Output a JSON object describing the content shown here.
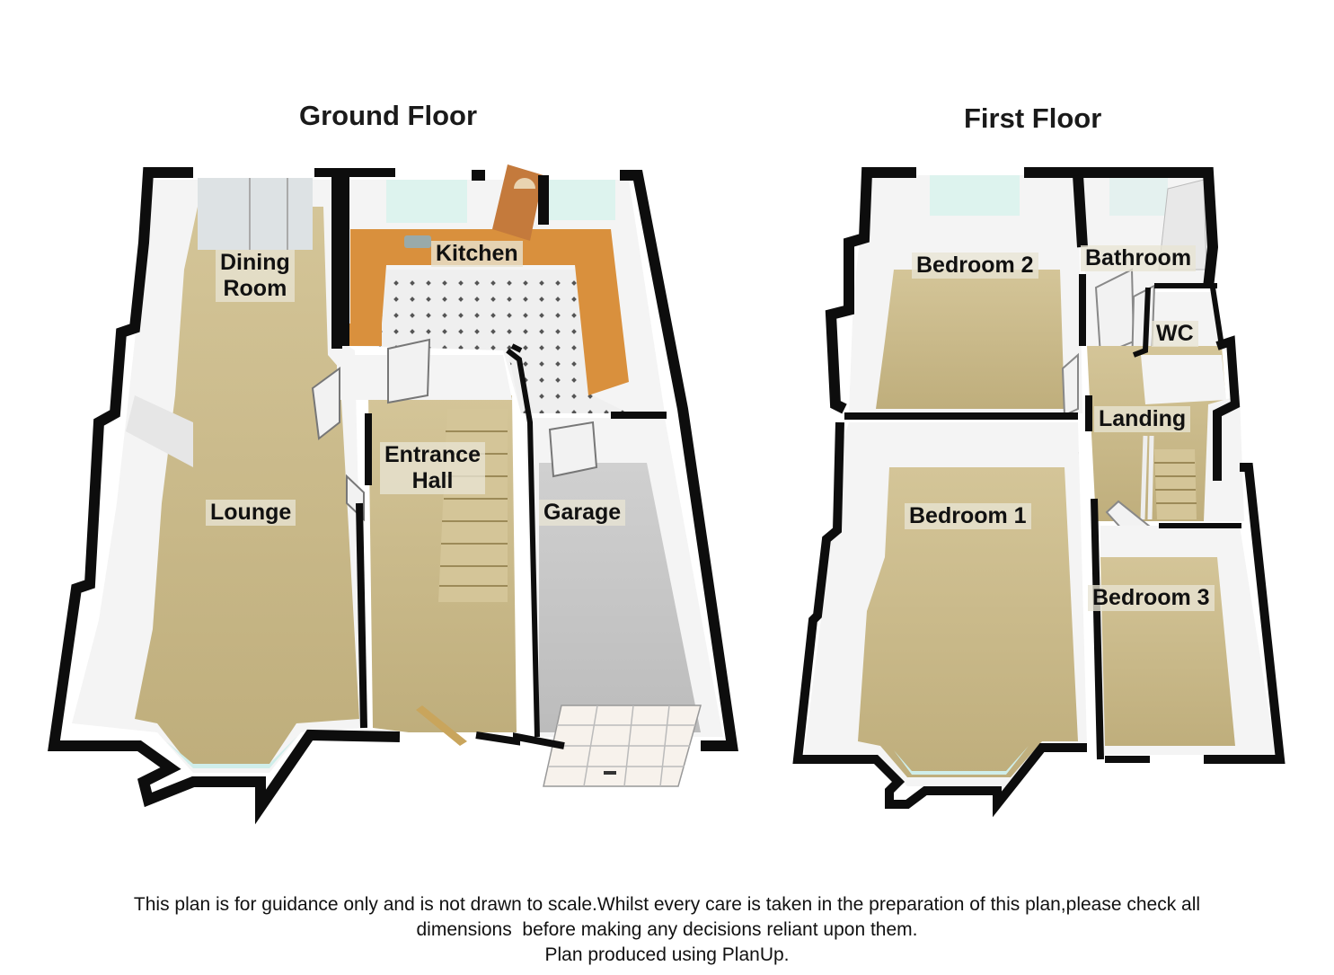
{
  "floors": {
    "ground": {
      "title": "Ground Floor",
      "rooms": {
        "dining": [
          "Dining",
          "Room"
        ],
        "kitchen": "Kitchen",
        "entrance": [
          "Entrance",
          "Hall"
        ],
        "lounge": "Lounge",
        "garage": "Garage"
      }
    },
    "first": {
      "title": "First Floor",
      "rooms": {
        "bedroom2": "Bedroom 2",
        "bathroom": "Bathroom",
        "wc": "WC",
        "landing": "Landing",
        "bedroom1": "Bedroom 1",
        "bedroom3": "Bedroom 3"
      }
    }
  },
  "disclaimer": {
    "line1": "This plan is for guidance only and is not drawn to scale.Whilst every care is taken in the preparation of this plan,please check all",
    "line2": "dimensions  before making any decisions reliant upon them.",
    "line3": "Plan produced using PlanUp."
  },
  "colors": {
    "wall": "#0d0d0d",
    "carpet": "#c9b989",
    "garage_floor": "#c4c4c4",
    "kitchen_floor": "#efefef",
    "worktop": "#d9903d",
    "wall_face": "#f4f4f4",
    "glass": "#dff2ee"
  }
}
